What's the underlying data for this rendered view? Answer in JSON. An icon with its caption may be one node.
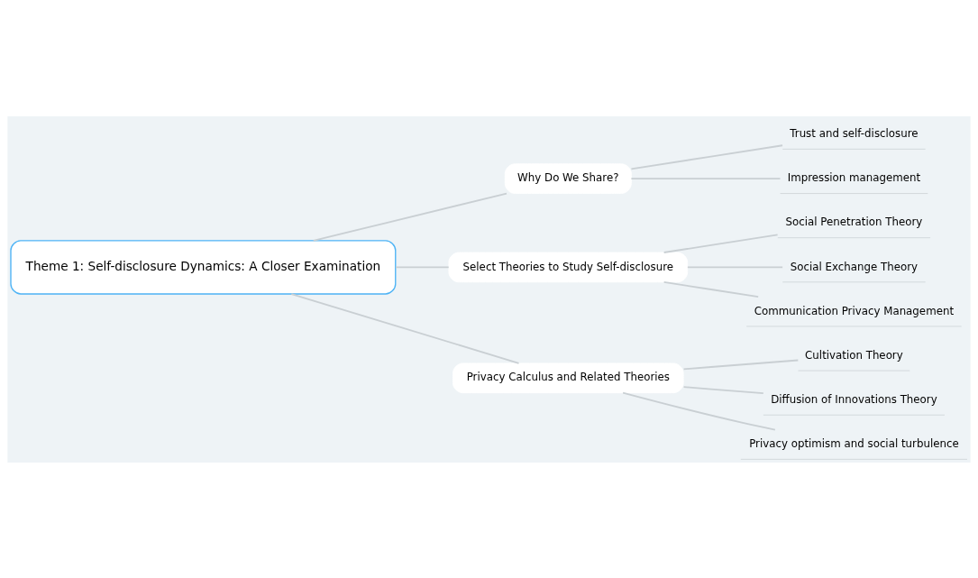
{
  "diagram": {
    "nodes": [
      {
        "text": [
          "Theme 1: Self-disclosure Dynamics: A Closer Examination"
        ]
      },
      {
        "text": [
          "Why Do We Share?"
        ]
      },
      {
        "text": [
          "Trust and self-disclosure"
        ]
      },
      {
        "text": [
          "Impression management"
        ]
      },
      {
        "text": [
          "Select Theories to Study Self-disclosure"
        ]
      },
      {
        "text": [
          "Social Penetration Theory"
        ]
      },
      {
        "text": [
          "Social Exchange Theory"
        ]
      },
      {
        "text": [
          "Communication Privacy Management"
        ]
      },
      {
        "text": [
          "Privacy Calculus and Related Theories"
        ]
      },
      {
        "text": [
          "Cultivation Theory"
        ]
      },
      {
        "text": [
          "Diffusion of Innovations Theory"
        ]
      },
      {
        "text": [
          "Privacy optimism and social turbulence"
        ]
      }
    ],
    "edges": [
      {
        "from": 0,
        "to": 1,
        "arrow": "none"
      },
      {
        "from": 1,
        "to": 2,
        "arrow": "none"
      },
      {
        "from": 1,
        "to": 3,
        "arrow": "none"
      },
      {
        "from": 0,
        "to": 4,
        "arrow": "none"
      },
      {
        "from": 4,
        "to": 5,
        "arrow": "none"
      },
      {
        "from": 4,
        "to": 6,
        "arrow": "none"
      },
      {
        "from": 4,
        "to": 7,
        "arrow": "none"
      },
      {
        "from": 0,
        "to": 8,
        "arrow": "none"
      },
      {
        "from": 8,
        "to": 9,
        "arrow": "none"
      },
      {
        "from": 8,
        "to": 10,
        "arrow": "none"
      },
      {
        "from": 8,
        "to": 11,
        "arrow": "none"
      }
    ]
  }
}
